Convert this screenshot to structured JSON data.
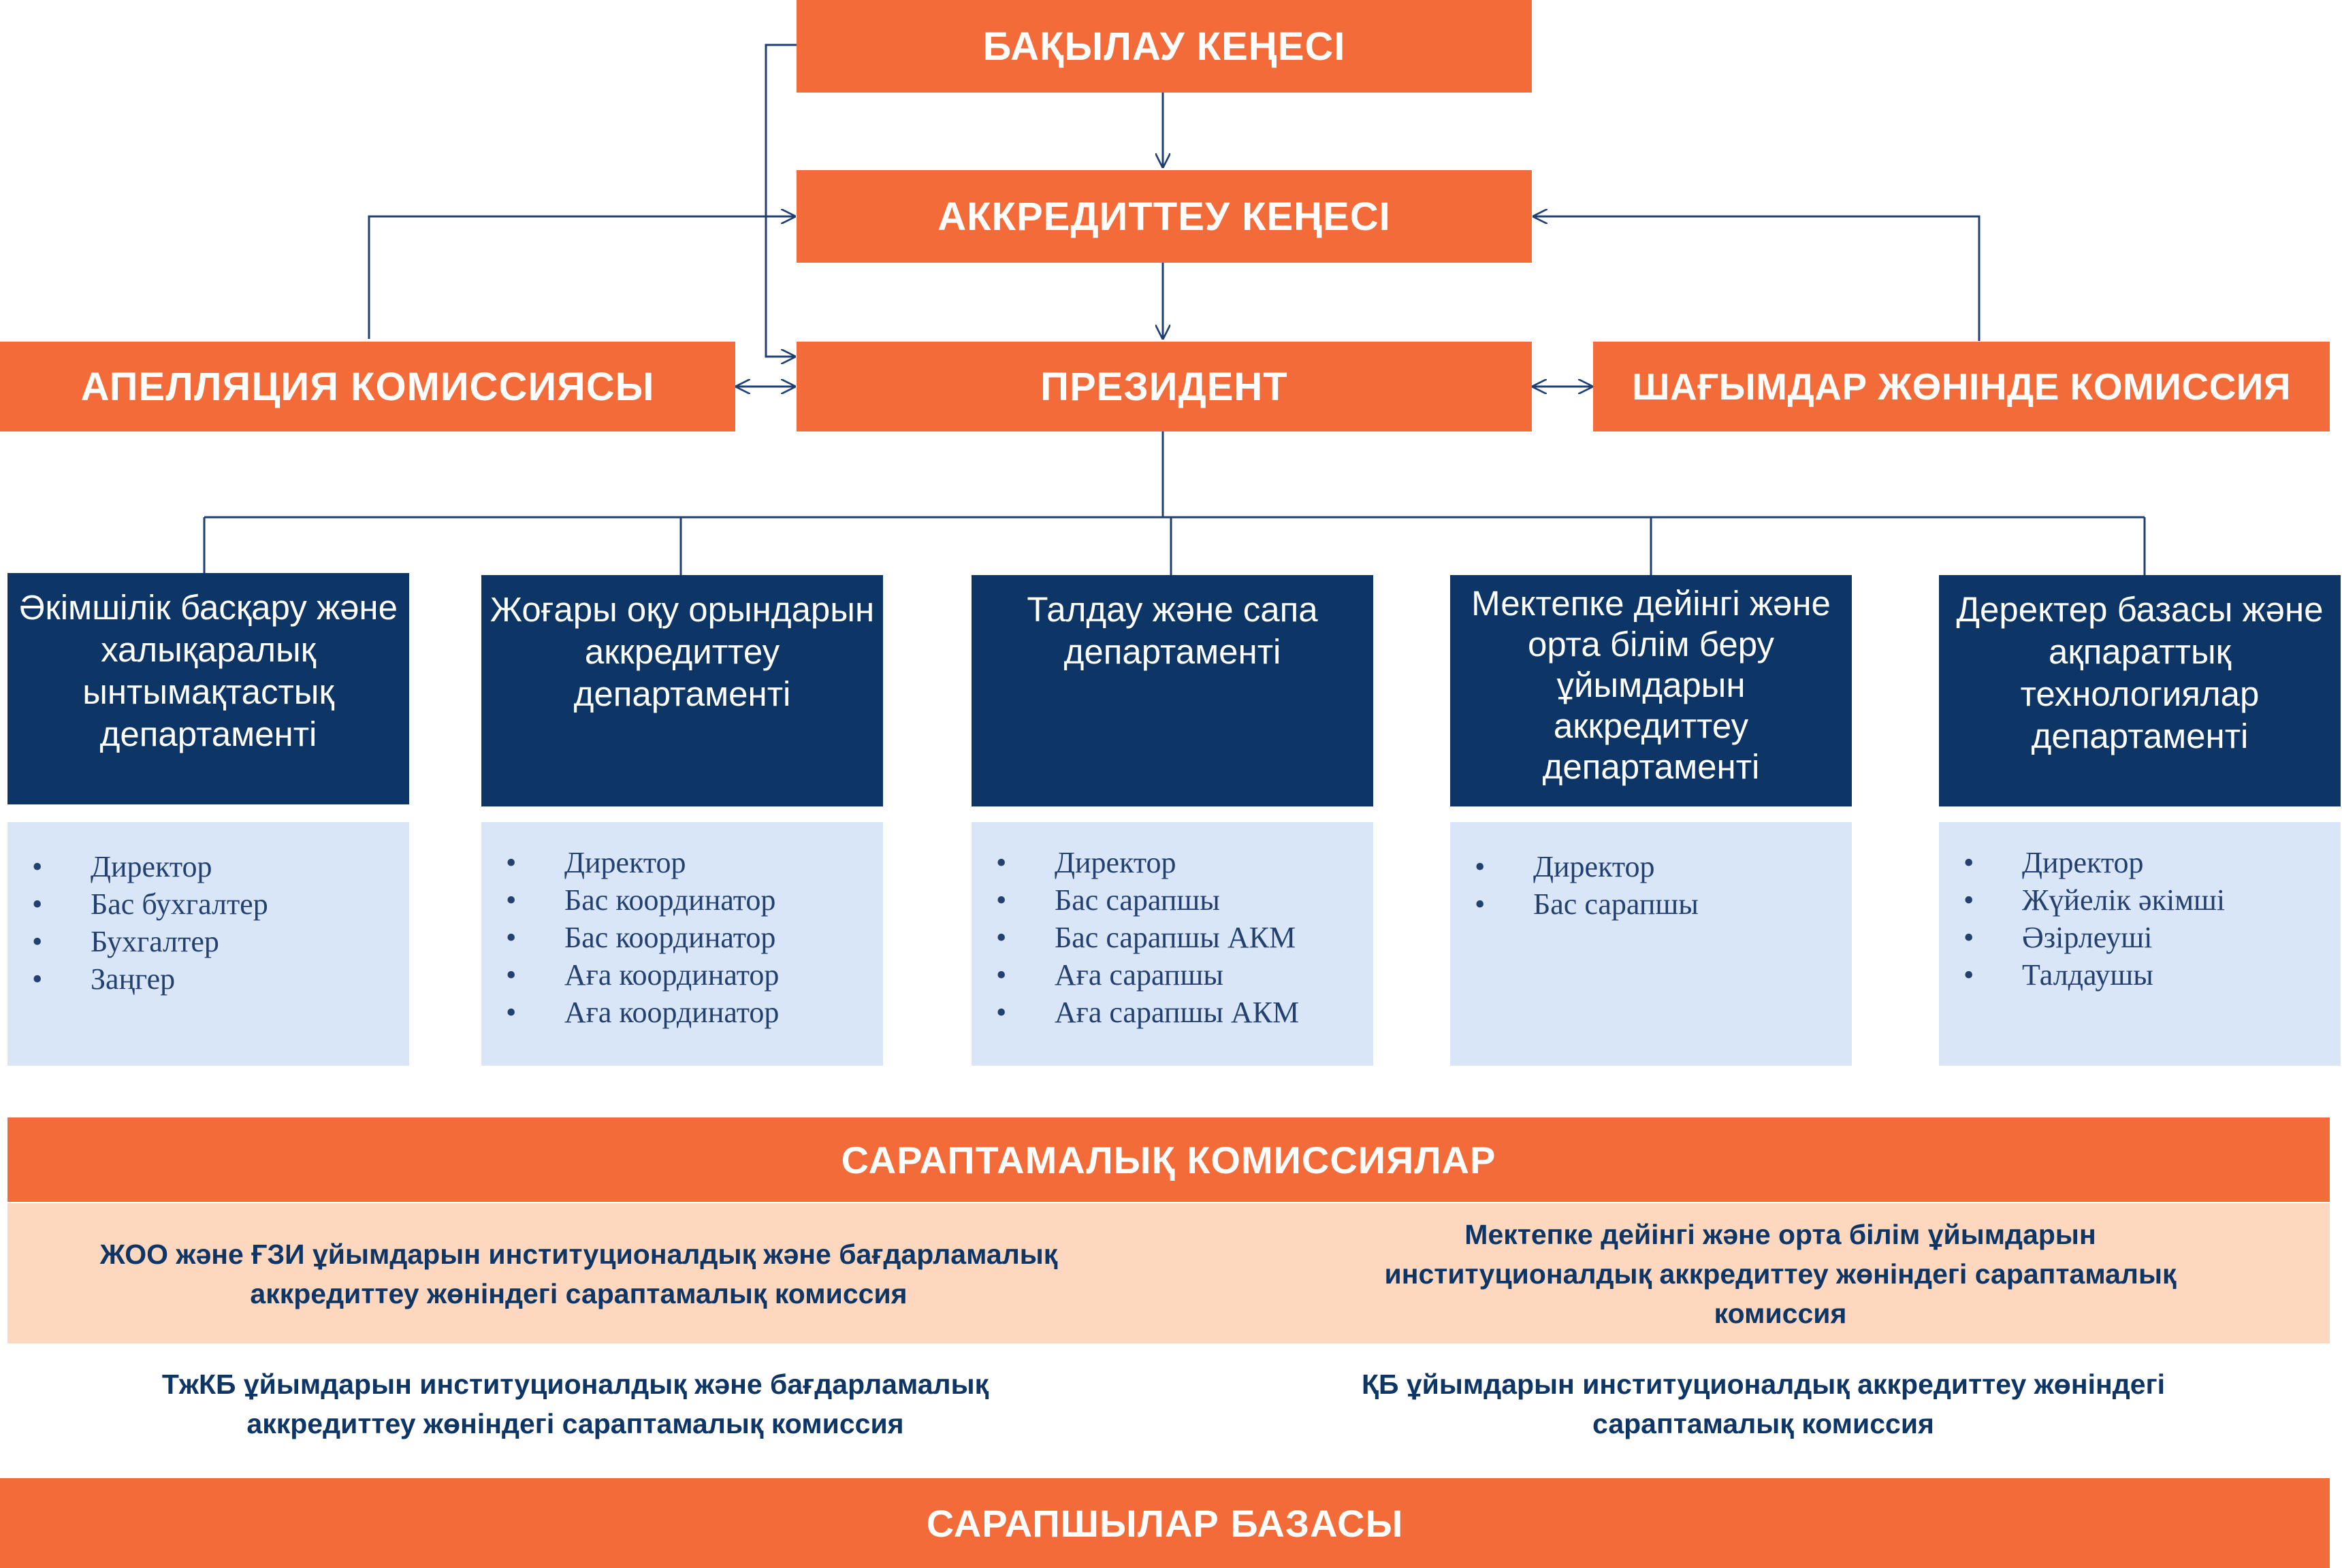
{
  "governance": {
    "supervisory_board": "БАҚЫЛАУ КЕҢЕСІ",
    "accreditation_council": "АККРЕДИТТЕУ КЕҢЕСІ",
    "president": "ПРЕЗИДЕНТ",
    "appeals_commission": "АПЕЛЛЯЦИЯ КОМИССИЯСЫ",
    "complaints_commission": "ШАҒЫМДАР ЖӨНІНДЕ КОМИССИЯ"
  },
  "departments": [
    {
      "title": "Әкімшілік басқару және халықаралық ынтымақтастық департаменті",
      "staff": [
        "Директор",
        "Бас бухгалтер",
        "Бухгалтер",
        "Заңгер"
      ]
    },
    {
      "title": "Жоғары оқу орындарын аккредиттеу департаменті",
      "staff": [
        "Директор",
        "Бас координатор",
        "Бас координатор",
        "Аға координатор",
        "Аға координатор"
      ]
    },
    {
      "title": "Талдау және сапа департаменті",
      "staff": [
        "Директор",
        "Бас сарапшы",
        "Бас сарапшы АКМ",
        "Аға сарапшы",
        "Аға сарапшы АКМ"
      ]
    },
    {
      "title": "Мектепке дейінгі және орта білім беру ұйымдарын аккредиттеу департаменті",
      "staff": [
        "Директор",
        "Бас сарапшы"
      ]
    },
    {
      "title": "Деректер базасы және ақпараттық технологиялар департаменті",
      "staff": [
        "Директор",
        "Жүйелік әкімші",
        "Әзірлеуші",
        "Талдаушы"
      ]
    }
  ],
  "expert_commissions": {
    "header": "САРАПТАМАЛЫҚ КОМИССИЯЛАР",
    "items": [
      "ЖОО және ҒЗИ ұйымдарын институционалдық және бағдарламалық аккредиттеу жөніндегі сараптамалық комиссия",
      "Мектепке дейінгі және орта білім ұйымдарын институционалдық аккредиттеу жөніндегі сараптамалық комиссия",
      "ТжКБ ұйымдарын институционалдық және бағдарламалық аккредиттеу жөніндегі сараптамалық комиссия",
      "ҚБ ұйымдарын институционалдық аккредиттеу жөніндегі сараптамалық комиссия"
    ]
  },
  "experts_base": "САРАПШЫЛАР БАЗАСЫ",
  "colors": {
    "orange": "#f26b38",
    "navy": "#0d3565",
    "light_blue": "#d9e6f8",
    "peach": "#fdd8bf",
    "connector": "#1f3f73"
  }
}
